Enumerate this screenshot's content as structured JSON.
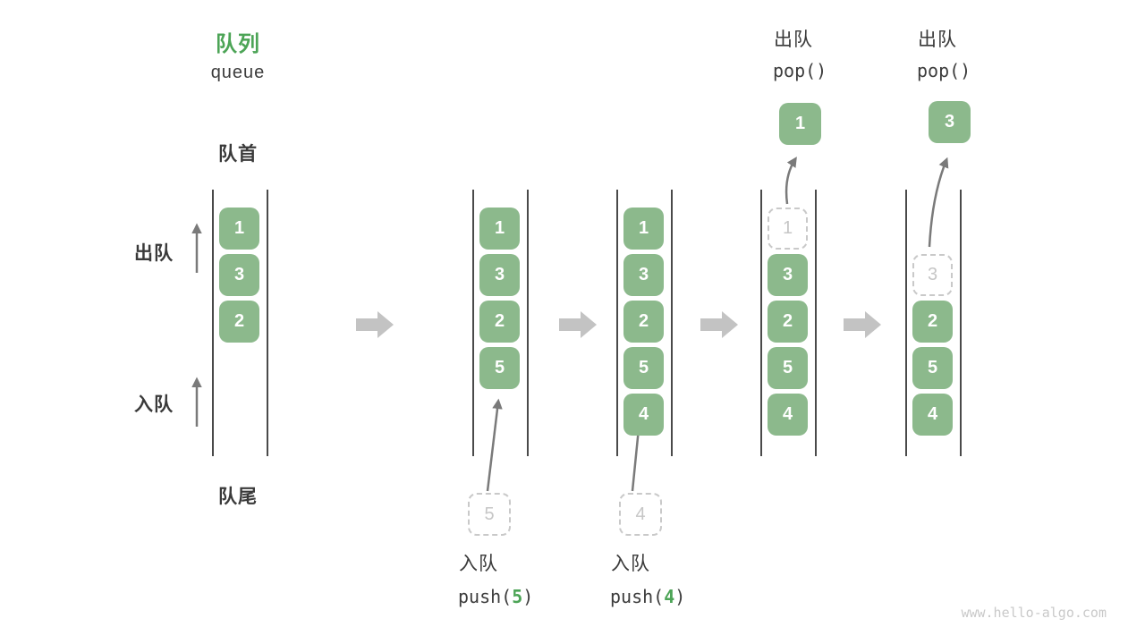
{
  "header": {
    "title_zh": "队列",
    "title_en": "queue"
  },
  "side_labels": {
    "front": "队首",
    "rear": "队尾",
    "dequeue": "出队",
    "enqueue": "入队"
  },
  "operations": {
    "push5": {
      "label": "入队",
      "pre": "push(",
      "arg": "5",
      "post": ")"
    },
    "push4": {
      "label": "入队",
      "pre": "push(",
      "arg": "4",
      "post": ")"
    },
    "pop1": {
      "label": "出队",
      "code": "pop()"
    },
    "pop2": {
      "label": "出队",
      "code": "pop()"
    }
  },
  "states": [
    {
      "cells": [
        "1",
        "3",
        "2"
      ]
    },
    {
      "cells": [
        "1",
        "3",
        "2",
        "5"
      ],
      "incoming": "5"
    },
    {
      "cells": [
        "1",
        "3",
        "2",
        "5",
        "4"
      ],
      "incoming": "4"
    },
    {
      "cells": [
        "3",
        "2",
        "5",
        "4"
      ],
      "removed": "1",
      "popped": "1"
    },
    {
      "cells": [
        "2",
        "5",
        "4"
      ],
      "removed": "3",
      "popped": "3"
    }
  ],
  "watermark": "www.hello-algo.com",
  "colors": {
    "accent_green": "#4CA456",
    "cell_green": "#8CB98C",
    "text_dark": "#3C3C3C",
    "block_arrow_gray": "#C3C3C3",
    "thin_arrow_gray": "#7A7A7A",
    "dashed_gray": "#C9C9C9",
    "watermark_gray": "#C9C9C9"
  }
}
